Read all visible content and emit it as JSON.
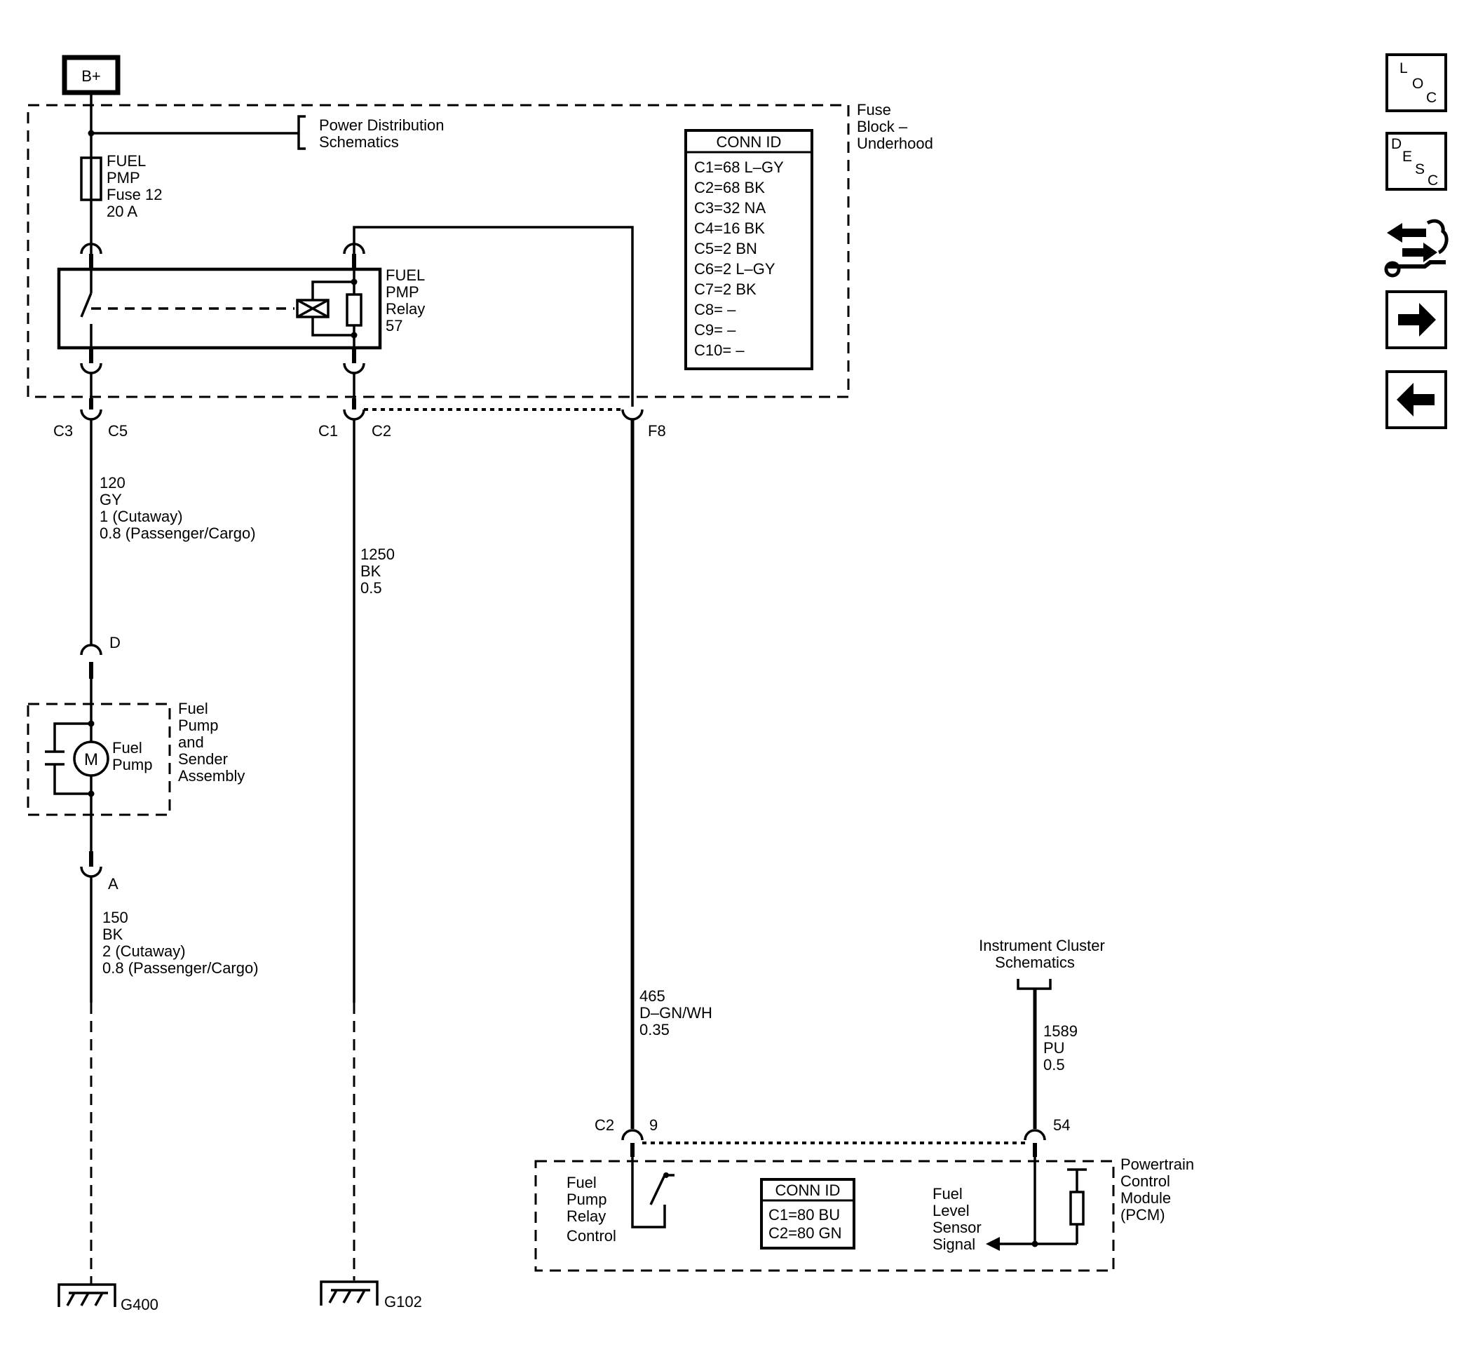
{
  "power": {
    "battery": "B+"
  },
  "fuse_block": {
    "name_lines": [
      "Fuse",
      "Block –",
      "Underhood"
    ],
    "power_ref_lines": [
      "Power Distribution",
      "Schematics"
    ],
    "fuse_lines": [
      "FUEL",
      "PMP",
      "Fuse 12",
      "20 A"
    ],
    "relay_lines": [
      "FUEL",
      "PMP",
      "Relay",
      "57"
    ],
    "conn_id_title": "CONN ID",
    "conn_ids": [
      "C1=68 L–GY",
      "C2=68 BK",
      "C3=32 NA",
      "C4=16 BK",
      "C5=2 BN",
      "C6=2 L–GY",
      "C7=2 BK",
      "C8= –",
      "C9= –",
      "C10= –"
    ]
  },
  "connectors": {
    "c3": "C3",
    "c5": "C5",
    "c1": "C1",
    "c2": "C2",
    "f8": "F8",
    "d": "D",
    "a": "A",
    "pcm_c2": "C2",
    "pcm_9": "9",
    "pcm_54": "54"
  },
  "wires": {
    "w120": [
      "120",
      "GY",
      "1 (Cutaway)",
      "0.8 (Passenger/Cargo)"
    ],
    "w1250": [
      "1250",
      "BK",
      "0.5"
    ],
    "w150": [
      "150",
      "BK",
      "2 (Cutaway)",
      "0.8 (Passenger/Cargo)"
    ],
    "w465": [
      "465",
      "D–GN/WH",
      "0.35"
    ],
    "w1589": [
      "1589",
      "PU",
      "0.5"
    ]
  },
  "fuel_pump": {
    "assembly_lines": [
      "Fuel",
      "Pump",
      "and",
      "Sender",
      "Assembly"
    ],
    "motor_symbol": "M",
    "pump_lines": [
      "Fuel",
      "Pump"
    ]
  },
  "grounds": {
    "g400": "G400",
    "g102": "G102"
  },
  "cluster_ref_lines": [
    "Instrument Cluster",
    "Schematics"
  ],
  "pcm": {
    "name_lines": [
      "Powertrain",
      "Control",
      "Module",
      "(PCM)"
    ],
    "relay_control_lines": [
      "Fuel",
      "Pump",
      "Relay",
      "Control"
    ],
    "sensor_lines": [
      "Fuel",
      "Level",
      "Sensor",
      "Signal"
    ],
    "conn_id_title": "CONN ID",
    "conn_ids": [
      "C1=80 BU",
      "C2=80 GN"
    ]
  },
  "nav": {
    "loc": [
      "L",
      "O",
      "C"
    ],
    "desc": [
      "D",
      "E",
      "S",
      "C"
    ]
  }
}
